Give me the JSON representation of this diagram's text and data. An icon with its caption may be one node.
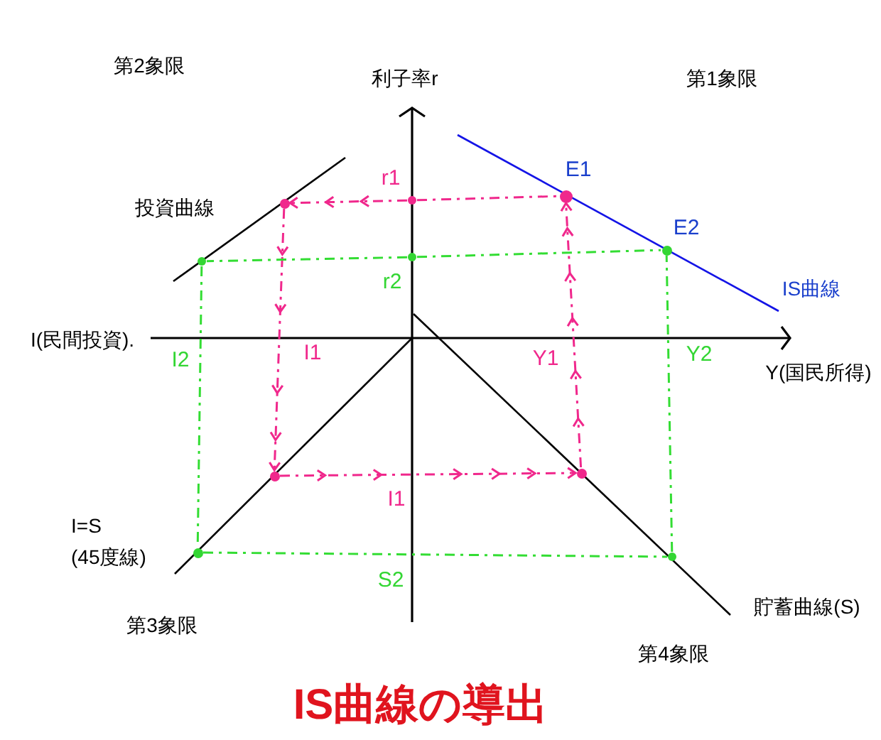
{
  "diagram": {
    "title": "IS曲線の導出",
    "nodes": [
      {
        "text": [],
        "shape": "circle"
      },
      {
        "text": [],
        "shape": "circle",
        "beside": [
          "r1"
        ]
      },
      {
        "text": [],
        "shape": "circle",
        "beside": [
          "E1"
        ]
      },
      {
        "text": [],
        "shape": "circle"
      },
      {
        "text": [],
        "shape": "circle",
        "beside": [
          "r2"
        ]
      },
      {
        "text": [],
        "shape": "circle",
        "beside": [
          "E2"
        ]
      },
      {
        "text": [],
        "shape": "circle"
      },
      {
        "text": [],
        "shape": "circle"
      },
      {
        "text": [],
        "shape": "circle"
      },
      {
        "text": [],
        "shape": "circle"
      }
    ],
    "edges": [
      {
        "from": 1,
        "to": 0,
        "arrow": "to",
        "style": "dashed",
        "color": "#f0288c"
      },
      {
        "from": 0,
        "to": 6,
        "arrow": "to",
        "style": "dashed",
        "color": "#f0288c"
      },
      {
        "from": 6,
        "to": 7,
        "arrow": "to",
        "style": "dashed",
        "color": "#f0288c"
      },
      {
        "from": 7,
        "to": 2,
        "arrow": "to",
        "style": "dashed",
        "color": "#f0288c"
      },
      {
        "from": 1,
        "to": 2,
        "arrow": "none",
        "style": "dashed",
        "color": "#f0288c"
      },
      {
        "from": 4,
        "to": 3,
        "arrow": "none",
        "style": "dashed",
        "color": "#33dd33"
      },
      {
        "from": 3,
        "to": 8,
        "arrow": "none",
        "style": "dashed",
        "color": "#33dd33"
      },
      {
        "from": 8,
        "to": 9,
        "arrow": "none",
        "style": "dashed",
        "color": "#33dd33"
      },
      {
        "from": 9,
        "to": 5,
        "arrow": "none",
        "style": "dashed",
        "color": "#33dd33"
      },
      {
        "from": 4,
        "to": 5,
        "arrow": "none",
        "style": "dashed",
        "color": "#33dd33"
      }
    ],
    "labels": [
      "第2象限",
      "利子率r",
      "第1象限",
      "投資曲線",
      "IS曲線",
      "I(民間投資).",
      "I2",
      "I1",
      "Y1",
      "Y2",
      "Y(国民所得)",
      "I1",
      "I=S (45度線)",
      "S2",
      "貯蓄曲線(S)",
      "第3象限",
      "第4象限"
    ]
  }
}
